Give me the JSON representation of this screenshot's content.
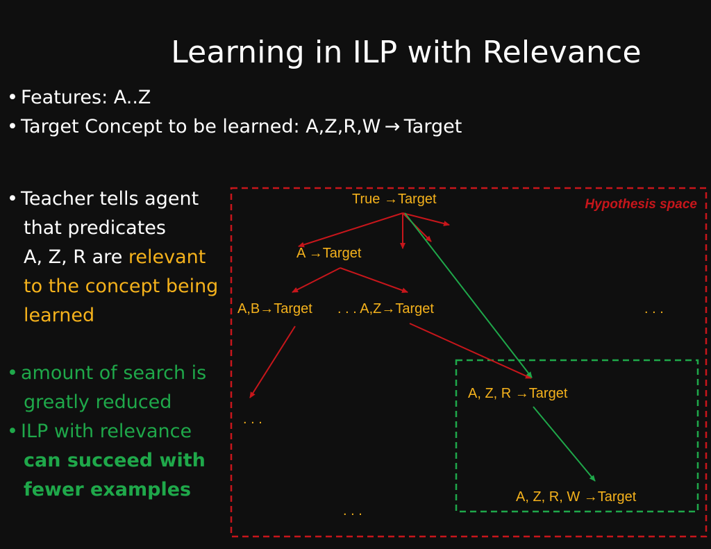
{
  "title": "Learning in ILP with Relevance",
  "bullets": {
    "features": "Features:  A..Z",
    "target": "Target Concept to be learned: A,Z,R,W → Target",
    "teacher_1": "Teacher tells agent",
    "teacher_2": "that predicates",
    "teacher_3_plain": "A, Z, R are ",
    "teacher_3_highlight": "relevant",
    "teacher_4": "to the concept being",
    "teacher_5": "learned",
    "search_1": "amount of search is",
    "search_2": "greatly reduced",
    "ilp_1": "ILP with relevance",
    "ilp_2": "can succeed with",
    "ilp_3": "fewer examples"
  },
  "diagram": {
    "hypothesis_label": "Hypothesis space",
    "nodes": {
      "true_target": "True  →Target",
      "a_target": "A  →Target",
      "ab_target": "A,B→Target",
      "az_target": ". . . A,Z→Target",
      "azr_target": "A, Z, R  →Target",
      "azrw_target": "A, Z, R, W  →Target",
      "ellipsis_right": ". . .",
      "ellipsis_left": ". . .",
      "ellipsis_bottom": ". . ."
    },
    "colors": {
      "red": "#c7161b",
      "green": "#1fa84a",
      "orange": "#f5b21c"
    }
  }
}
